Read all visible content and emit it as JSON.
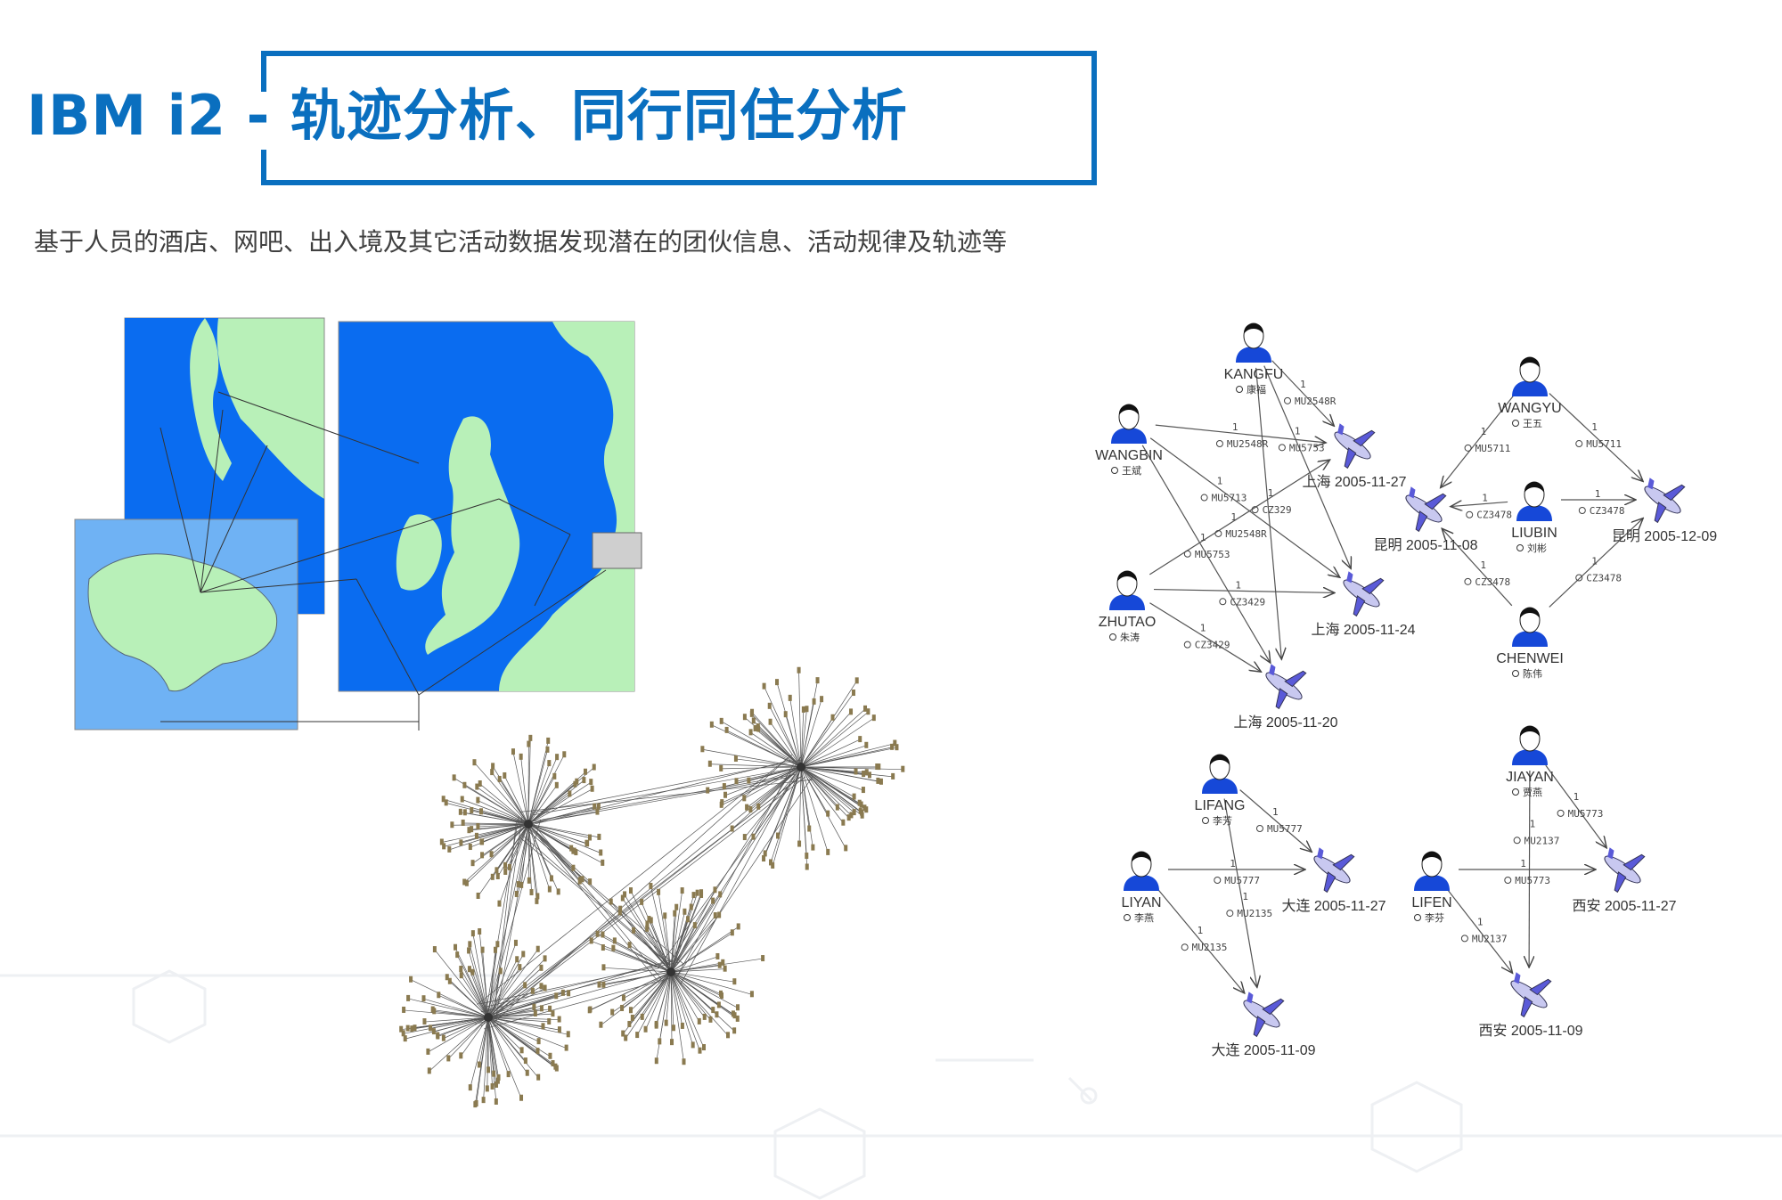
{
  "header": {
    "title": "IBM i2 - 轨迹分析、同行同住分析",
    "subtitle": "基于人员的酒店、网吧、出入境及其它活动数据发现潜在的团伙信息、活动规律及轨迹等"
  },
  "colors": {
    "accent": "#0a6fbf",
    "sea": "#0a6cf0",
    "land": "#b8f0b8",
    "person_shirt": "#1648d8",
    "plane": "#7a7adf"
  },
  "link_graph": {
    "people": [
      {
        "id": "KANGFU",
        "name": "KANGFU",
        "cn": "康福"
      },
      {
        "id": "WANGBIN",
        "name": "WANGBIN",
        "cn": "王斌"
      },
      {
        "id": "ZHUTAO",
        "name": "ZHUTAO",
        "cn": "朱涛"
      },
      {
        "id": "WANGYU",
        "name": "WANGYU",
        "cn": "王五"
      },
      {
        "id": "LIUBIN",
        "name": "LIUBIN",
        "cn": "刘彬"
      },
      {
        "id": "CHENWEI",
        "name": "CHENWEI",
        "cn": "陈伟"
      },
      {
        "id": "LIFANG",
        "name": "LIFANG",
        "cn": "李芳"
      },
      {
        "id": "LIYAN",
        "name": "LIYAN",
        "cn": "李燕"
      },
      {
        "id": "JIAYAN",
        "name": "JIAYAN",
        "cn": "贾燕"
      },
      {
        "id": "LIFEN",
        "name": "LIFEN",
        "cn": "李芬"
      }
    ],
    "flights": [
      {
        "id": "SH1127",
        "label": "上海 2005-11-27"
      },
      {
        "id": "SH1124",
        "label": "上海 2005-11-24"
      },
      {
        "id": "SH1120",
        "label": "上海 2005-11-20"
      },
      {
        "id": "KM1108",
        "label": "昆明 2005-11-08"
      },
      {
        "id": "KM1209",
        "label": "昆明 2005-12-09"
      },
      {
        "id": "DL1127",
        "label": "大连 2005-11-27"
      },
      {
        "id": "DL1109",
        "label": "大连 2005-11-09"
      },
      {
        "id": "XA1127",
        "label": "西安 2005-11-27"
      },
      {
        "id": "XA1109",
        "label": "西安 2005-11-09"
      }
    ],
    "links": [
      {
        "from": "KANGFU",
        "to": "SH1127",
        "count": "1",
        "flight": "MU2548R"
      },
      {
        "from": "WANGBIN",
        "to": "SH1127",
        "count": "1",
        "flight": "MU2548R"
      },
      {
        "from": "ZHUTAO",
        "to": "SH1127",
        "count": "1",
        "flight": "MU2548R"
      },
      {
        "from": "KANGFU",
        "to": "SH1124",
        "count": "1",
        "flight": "MU5753"
      },
      {
        "from": "WANGBIN",
        "to": "SH1124",
        "count": "1",
        "flight": "MU5713"
      },
      {
        "from": "ZHUTAO",
        "to": "SH1124",
        "count": "1",
        "flight": "CZ3429"
      },
      {
        "from": "KANGFU",
        "to": "SH1120",
        "count": "1",
        "flight": "CZ329"
      },
      {
        "from": "WANGBIN",
        "to": "SH1120",
        "count": "1",
        "flight": "MU5753"
      },
      {
        "from": "ZHUTAO",
        "to": "SH1120",
        "count": "1",
        "flight": "CZ3429"
      },
      {
        "from": "WANGYU",
        "to": "KM1108",
        "count": "1",
        "flight": "MU5711"
      },
      {
        "from": "WANGYU",
        "to": "KM1209",
        "count": "1",
        "flight": "MU5711"
      },
      {
        "from": "LIUBIN",
        "to": "KM1108",
        "count": "1",
        "flight": "CZ3478"
      },
      {
        "from": "LIUBIN",
        "to": "KM1209",
        "count": "1",
        "flight": "CZ3478"
      },
      {
        "from": "CHENWEI",
        "to": "KM1108",
        "count": "1",
        "flight": "CZ3478"
      },
      {
        "from": "CHENWEI",
        "to": "KM1209",
        "count": "1",
        "flight": "CZ3478"
      },
      {
        "from": "LIFANG",
        "to": "DL1127",
        "count": "1",
        "flight": "MU5777"
      },
      {
        "from": "LIYAN",
        "to": "DL1127",
        "count": "1",
        "flight": "MU5777"
      },
      {
        "from": "LIFANG",
        "to": "DL1109",
        "count": "1",
        "flight": "MU2135"
      },
      {
        "from": "LIYAN",
        "to": "DL1109",
        "count": "1",
        "flight": "MU2135"
      },
      {
        "from": "JIAYAN",
        "to": "XA1127",
        "count": "1",
        "flight": "MU5773"
      },
      {
        "from": "LIFEN",
        "to": "XA1127",
        "count": "1",
        "flight": "MU5773"
      },
      {
        "from": "JIAYAN",
        "to": "XA1109",
        "count": "1",
        "flight": "MU2137"
      },
      {
        "from": "LIFEN",
        "to": "XA1109",
        "count": "1",
        "flight": "MU2137"
      }
    ]
  }
}
